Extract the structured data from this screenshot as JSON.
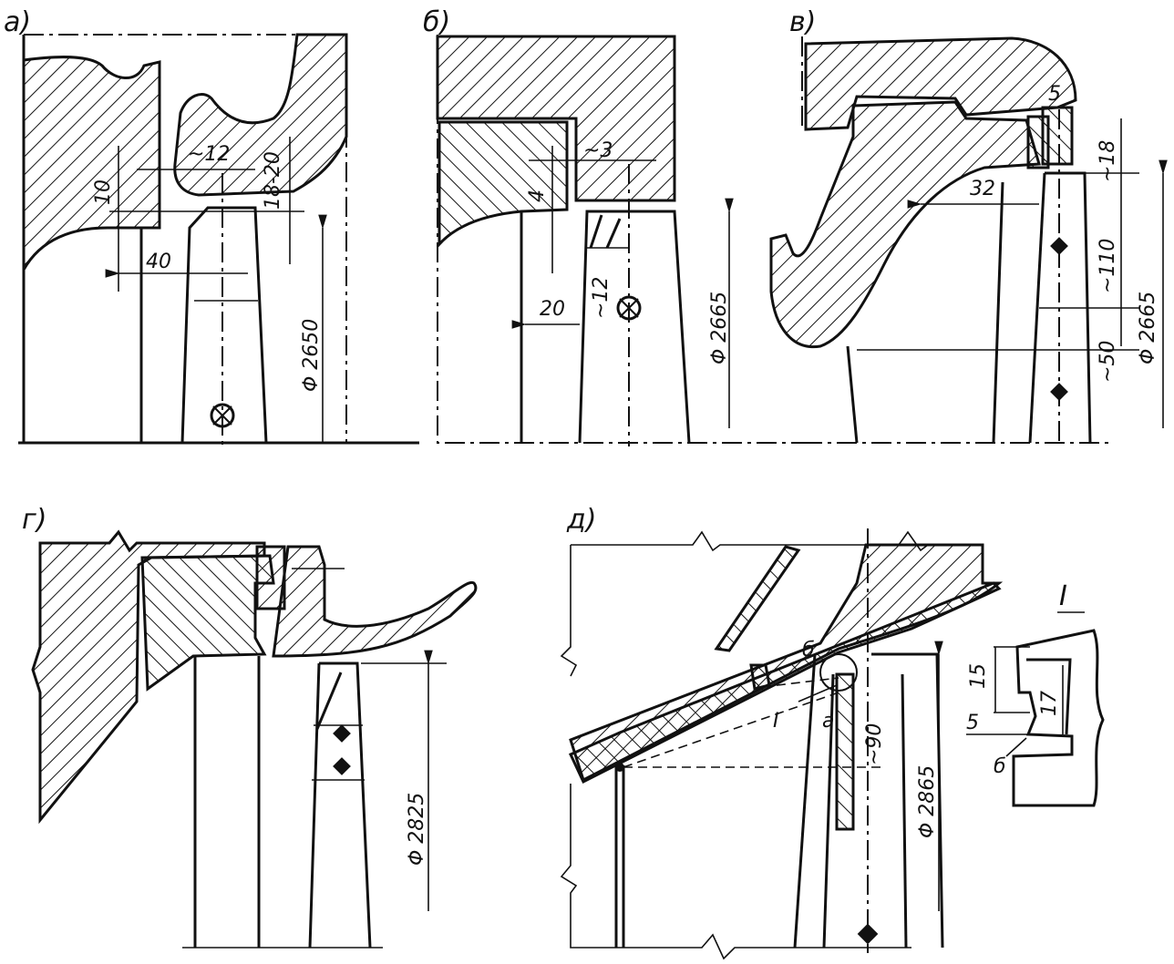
{
  "panels": [
    {
      "id": "a",
      "label": "а)",
      "dims": [
        "10",
        "~12",
        "18-20",
        "40",
        "Φ 2650"
      ]
    },
    {
      "id": "b",
      "label": "б)",
      "dims": [
        "~3",
        "4",
        "~12",
        "20",
        "Φ 2665"
      ]
    },
    {
      "id": "v",
      "label": "в)",
      "dims": [
        "5",
        "~18",
        "32",
        "~110",
        "~50",
        "Φ 2665"
      ]
    },
    {
      "id": "g",
      "label": "г)",
      "dims": [
        "Φ 2825"
      ]
    },
    {
      "id": "d",
      "label": "д)",
      "dims": [
        "б",
        "I",
        "a",
        "~90",
        "Φ 2865"
      ]
    }
  ],
  "detail": {
    "label": "I",
    "dims": [
      "15",
      "5",
      "17",
      "б"
    ]
  }
}
